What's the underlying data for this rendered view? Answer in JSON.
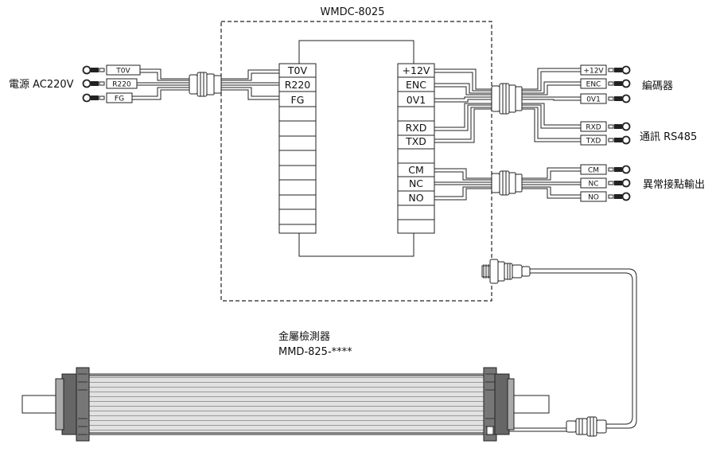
{
  "controller": {
    "title": "WMDC-8025",
    "left_terminals": [
      "T0V",
      "R220",
      "FG"
    ],
    "right_terminals": [
      "+12V",
      "ENC",
      "0V1",
      "RXD",
      "TXD",
      "CM",
      "NC",
      "NO"
    ]
  },
  "power": {
    "label": "電源 AC220V",
    "wires": [
      "T0V",
      "R220",
      "FG"
    ]
  },
  "encoder": {
    "label": "編碼器",
    "wires": [
      "+12V",
      "ENC",
      "0V1"
    ]
  },
  "comm": {
    "label": "通訊 RS485",
    "wires": [
      "RXD",
      "TXD"
    ]
  },
  "relay": {
    "label": "異常接點輸出",
    "wires": [
      "CM",
      "NC",
      "NO"
    ]
  },
  "detector": {
    "name": "金屬檢測器",
    "model": "MMD-825-****"
  }
}
